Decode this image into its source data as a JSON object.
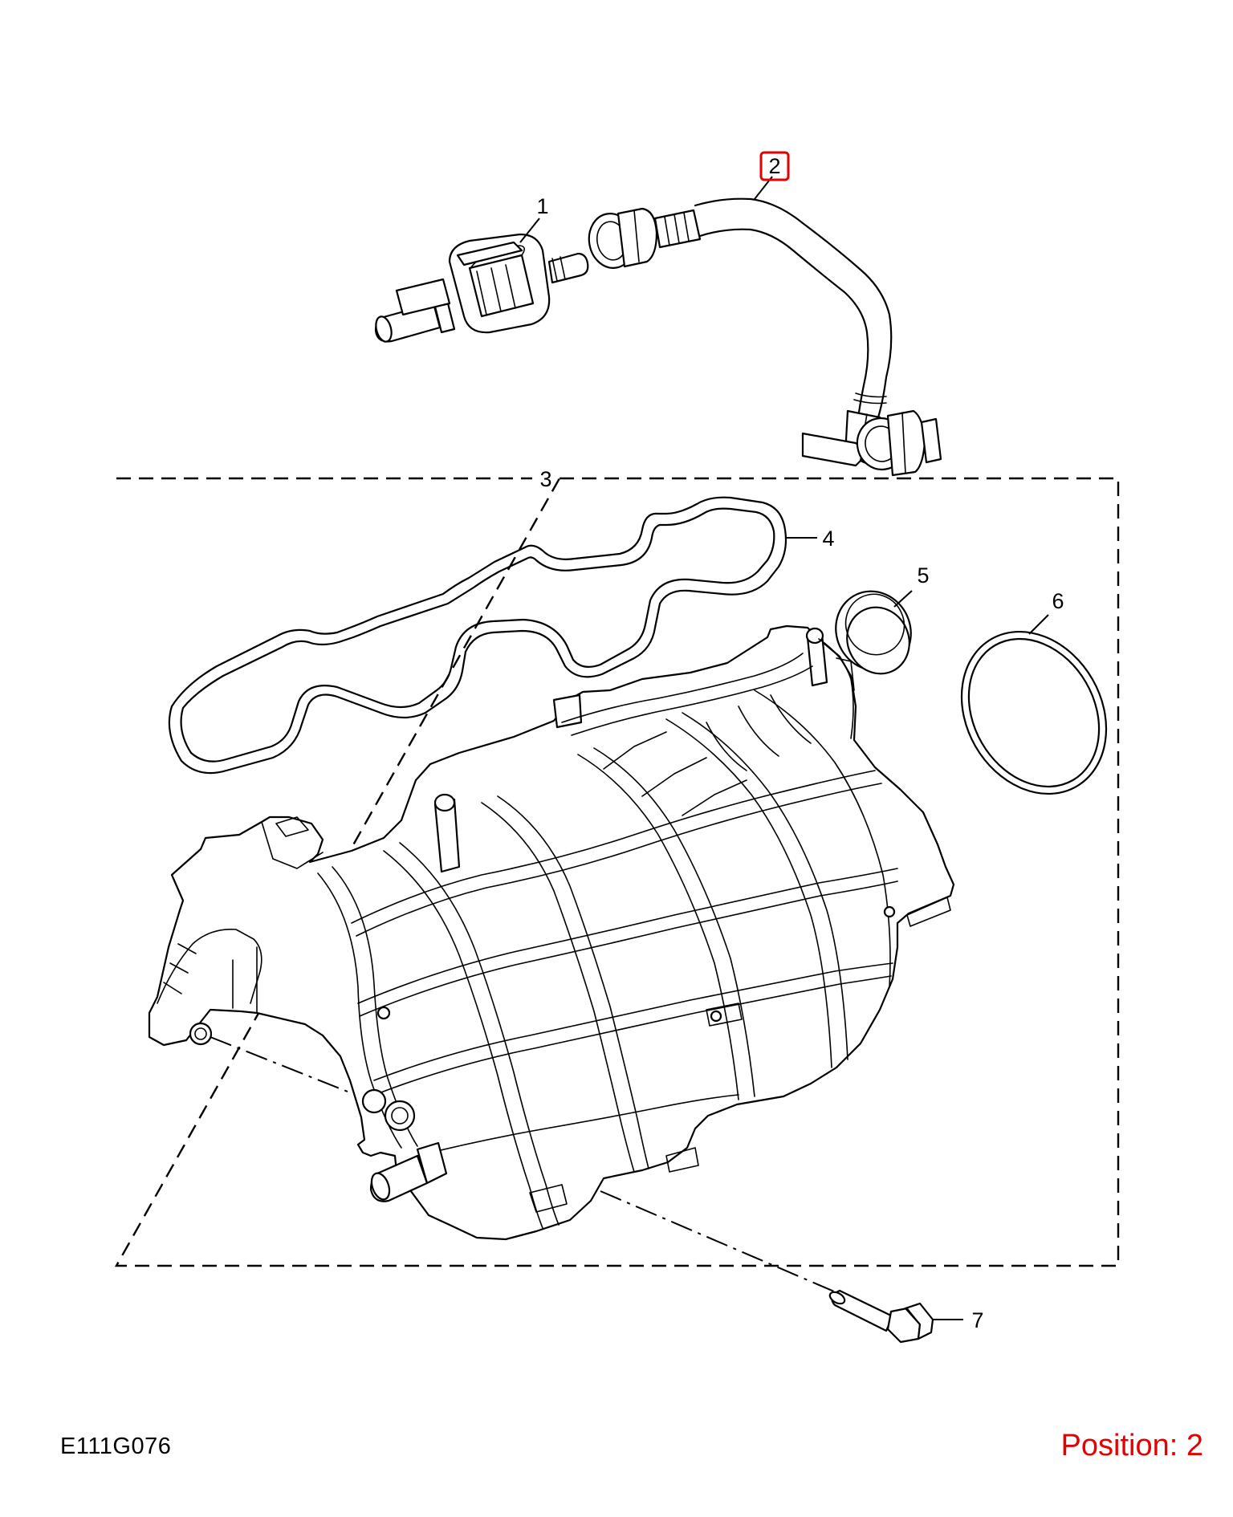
{
  "diagram": {
    "callouts": {
      "c1": "1",
      "c2": "2",
      "c3": "3",
      "c4": "4",
      "c5": "5",
      "c6": "6",
      "c7": "7"
    },
    "highlighted_callout": "2",
    "highlight_color": "#e60000"
  },
  "footer": {
    "drawing_code": "E111G076",
    "position_label": "Position: 2",
    "position_color": "#e60000"
  }
}
